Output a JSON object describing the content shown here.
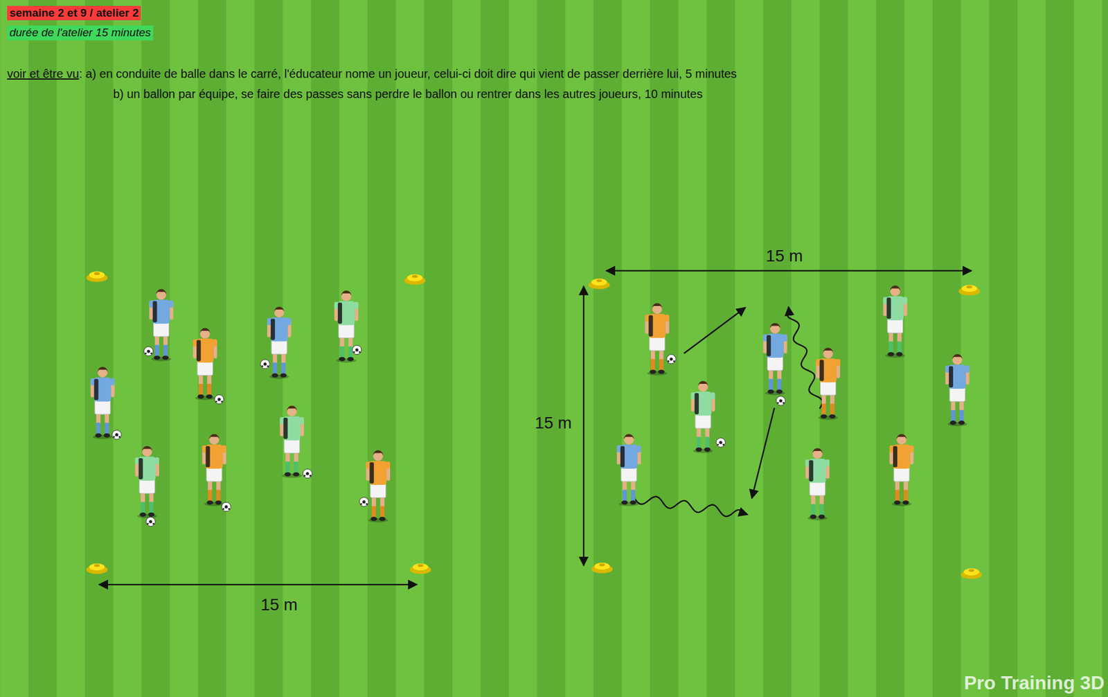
{
  "diagram": {
    "title": "semaine 2 et 9 / atelier 2",
    "labels": [
      "durée de l'atelier 15 minutes",
      "voir et être vu",
      ": a) en conduite de balle dans le carré, l'éducateur nome un joueur, celui-ci doit dire qui vient de passer derrière lui, 5 minutes",
      "b) un ballon par équipe, se faire des passes sans perdre le ballon ou rentrer dans les autres joueurs, 10 minutes",
      "15 m",
      "15 m",
      "15 m",
      "Pro Training 3D"
    ]
  }
}
